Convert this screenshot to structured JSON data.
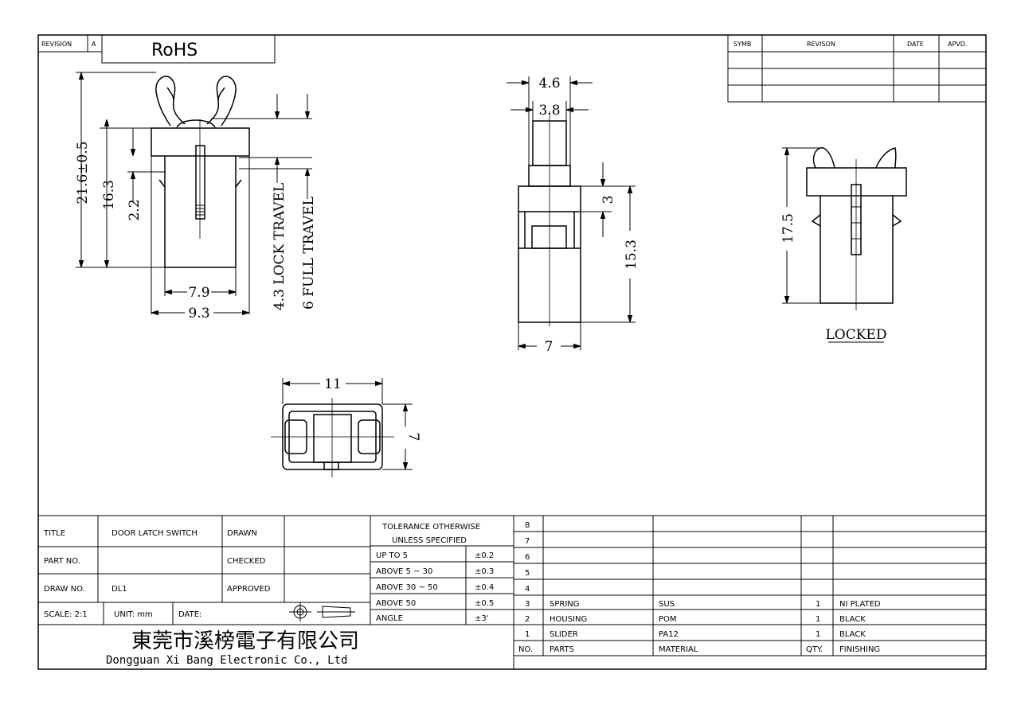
{
  "header": {
    "revision_label": "REVISION",
    "revision_value": "A",
    "rohs": "RoHS"
  },
  "revision_table": {
    "headers": [
      "SYMB",
      "REVISON",
      "DATE",
      "APVD."
    ]
  },
  "dimensions": {
    "left_view": {
      "overall_height": "21.6±0.5",
      "body_height": "16.3",
      "step": "2.2",
      "inner_width": "7.9",
      "outer_width": "9.3",
      "lock_travel": "4.3 LOCK TRAVEL",
      "full_travel": "6 FULL TRAVEL"
    },
    "side_view": {
      "top_outer": "4.6",
      "top_inner": "3.8",
      "step": "3",
      "body_height": "15.3",
      "width": "7"
    },
    "locked_view": {
      "height": "17.5",
      "label": "LOCKED"
    },
    "bottom_view": {
      "width": "11",
      "height": "7"
    }
  },
  "title_block": {
    "title_label": "TITLE",
    "title_value": "DOOR LATCH SWITCH",
    "part_no_label": "PART NO.",
    "draw_no_label": "DRAW NO.",
    "draw_no_value": "DL1",
    "scale": "SCALE: 2:1",
    "unit": "UNIT: mm",
    "date": "DATE:",
    "drawn": "DRAWN",
    "checked": "CHECKED",
    "approved": "APPROVED",
    "company_cn": "東莞市溪榜電子有限公司",
    "company_en": "Dongguan Xi Bang Electronic Co., Ltd"
  },
  "tolerance": {
    "header_line1": "TOLERANCE OTHERWISE",
    "header_line2": "UNLESS SPECIFIED",
    "rows": [
      {
        "range": "UP TO 5",
        "tol": "±0.2"
      },
      {
        "range": "ABOVE 5 ~ 30",
        "tol": "±0.3"
      },
      {
        "range": "ABOVE 30 ~ 50",
        "tol": "±0.4"
      },
      {
        "range": "ABOVE 50",
        "tol": "±0.5"
      },
      {
        "range": "ANGLE",
        "tol": "±3'"
      }
    ]
  },
  "parts_list": {
    "rows": [
      {
        "no": "8",
        "part": "",
        "material": "",
        "qty": "",
        "finishing": ""
      },
      {
        "no": "7",
        "part": "",
        "material": "",
        "qty": "",
        "finishing": ""
      },
      {
        "no": "6",
        "part": "",
        "material": "",
        "qty": "",
        "finishing": ""
      },
      {
        "no": "5",
        "part": "",
        "material": "",
        "qty": "",
        "finishing": ""
      },
      {
        "no": "4",
        "part": "",
        "material": "",
        "qty": "",
        "finishing": ""
      },
      {
        "no": "3",
        "part": "SPRING",
        "material": "SUS",
        "qty": "1",
        "finishing": "NI PLATED"
      },
      {
        "no": "2",
        "part": "HOUSING",
        "material": "POM",
        "qty": "1",
        "finishing": "BLACK"
      },
      {
        "no": "1",
        "part": "SLIDER",
        "material": "PA12",
        "qty": "1",
        "finishing": "BLACK"
      }
    ],
    "header": {
      "no": "NO.",
      "part": "PARTS",
      "material": "MATERIAL",
      "qty": "QTY.",
      "finishing": "FINISHING"
    }
  }
}
